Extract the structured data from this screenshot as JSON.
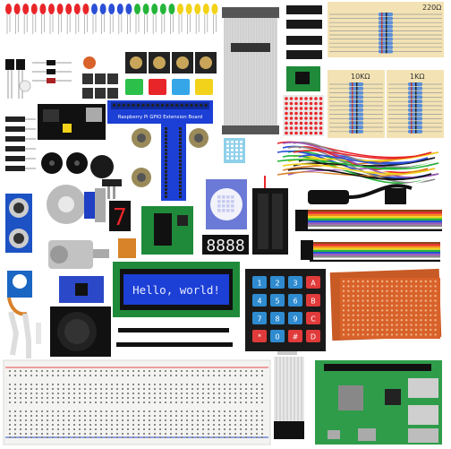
{
  "lcd": {
    "text": "Hello, world!"
  },
  "resistors": {
    "top_label": "220Ω",
    "mid_left_label": "10KΩ",
    "mid_right_label": "1KΩ"
  },
  "gpio_board": {
    "label": "Raspberry Pi GPIO Extension Board"
  },
  "seven_segment_single": {
    "text": "7"
  },
  "seven_segment_quad": {
    "text": "8888"
  },
  "keypad": {
    "keys": [
      "1",
      "2",
      "3",
      "A",
      "4",
      "5",
      "6",
      "B",
      "7",
      "8",
      "9",
      "C",
      "*",
      "0",
      "#",
      "D"
    ]
  },
  "colors": {
    "led_red": "#e8262a",
    "led_blue": "#2b4fd6",
    "led_green": "#25b53a",
    "led_yellow": "#f2d21a",
    "lcd_bg": "#1c3fd6",
    "lcd_text": "#e6ecff",
    "pcb_green": "#1f8a3a",
    "keypad_blue": "#2f8bd0",
    "keypad_red": "#e03a3a",
    "proto_orange": "#d8622a",
    "rpi_green": "#2f9c4a",
    "breadboard": "#f3f3f1"
  },
  "icons": [
    "led-icon",
    "button-icon",
    "servo-icon",
    "joystick-icon",
    "motor-icon",
    "buzzer-icon",
    "sensor-icon"
  ]
}
